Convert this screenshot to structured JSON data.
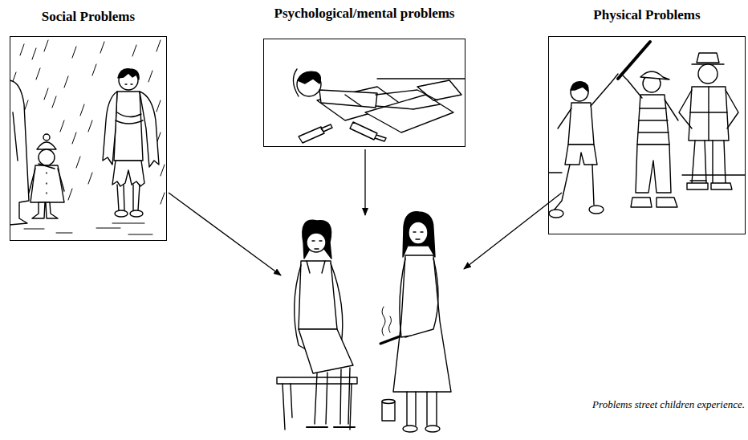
{
  "diagram": {
    "caption": "Problems street children experience.",
    "nodes": [
      {
        "text": [
          "Social Problems"
        ]
      },
      {
        "text": [
          "Psychological/mental problems"
        ]
      },
      {
        "text": [
          "Physical Problems"
        ]
      }
    ]
  }
}
